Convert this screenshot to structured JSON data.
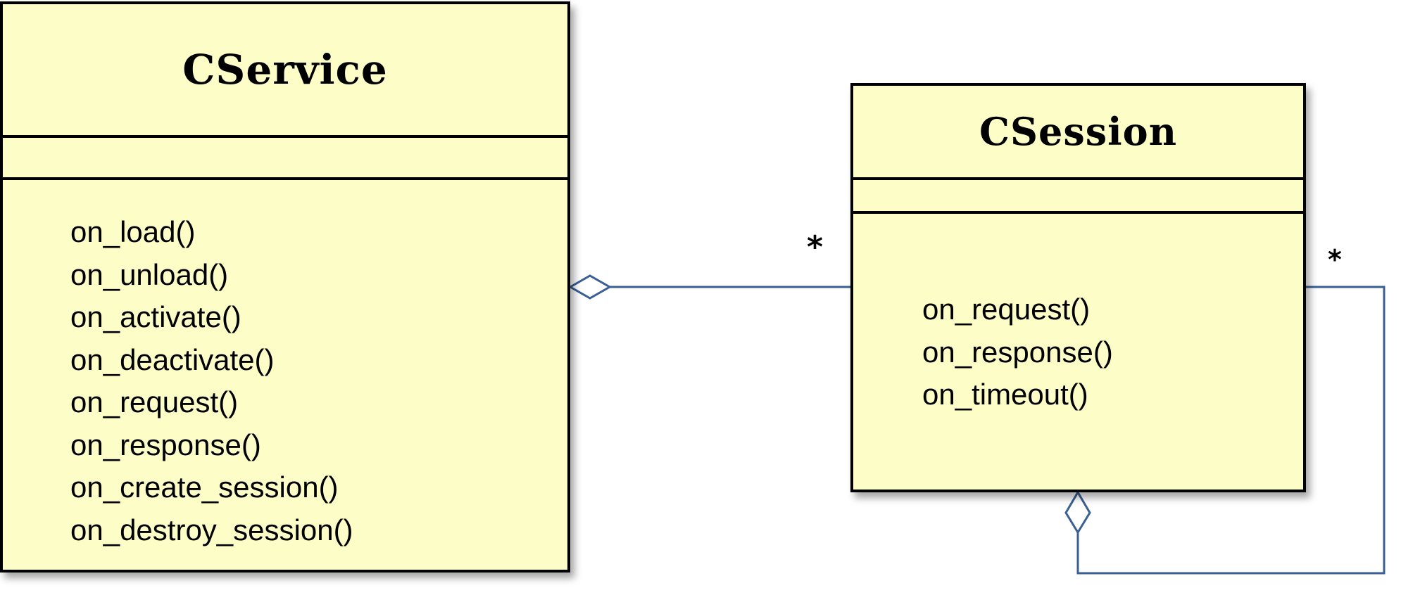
{
  "colors": {
    "class_fill": "#fdfdc8",
    "class_border": "#000000",
    "connector": "#3a5f93"
  },
  "classes": {
    "service": {
      "name": "CService",
      "operations": [
        "on_load()",
        "on_unload()",
        "on_activate()",
        "on_deactivate()",
        "on_request()",
        "on_response()",
        "on_create_session()",
        "on_destroy_session()"
      ]
    },
    "session": {
      "name": "CSession",
      "operations": [
        "on_request()",
        "on_response()",
        "on_timeout()"
      ]
    }
  },
  "associations": {
    "service_sessions": {
      "kind": "aggregation",
      "multiplicity": "*"
    },
    "session_self": {
      "kind": "aggregation",
      "multiplicity": "*"
    }
  }
}
